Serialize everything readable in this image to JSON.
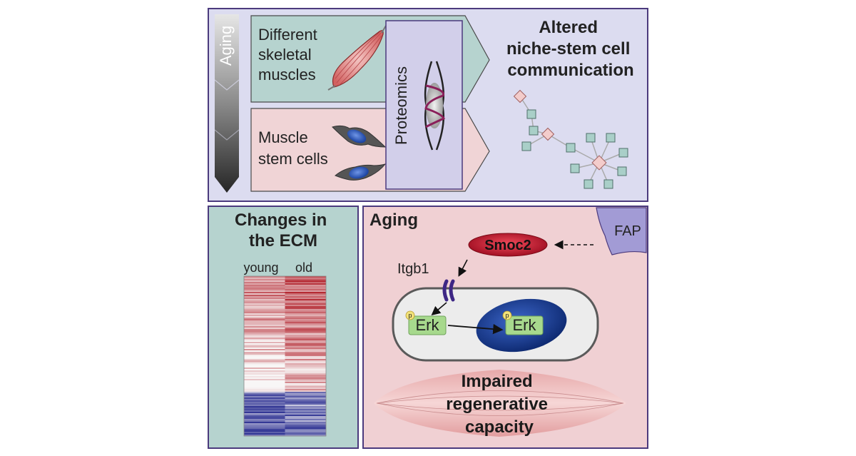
{
  "top_panel": {
    "aging_label": "Aging",
    "muscles_label": [
      "Different",
      "skeletal",
      "muscles"
    ],
    "stem_cells_label": [
      "Muscle",
      "stem cells"
    ],
    "proteomics_label": "Proteomics",
    "result_label": [
      "Altered",
      "niche-stem cell",
      "communication"
    ]
  },
  "ecm_panel": {
    "title": [
      "Changes in",
      "the ECM"
    ],
    "col_young": "young",
    "col_old": "old"
  },
  "aging_panel": {
    "title": "Aging",
    "fap_label": "FAP",
    "smoc2_label": "Smoc2",
    "itgb1_label": "Itgb1",
    "erk_label": "Erk",
    "phospho_label": "p",
    "outcome_label": [
      "Impaired",
      "regenerative",
      "capacity"
    ]
  },
  "colors": {
    "frame": "#4b3a7d",
    "top_bg": "#dcdcf0",
    "teal_bg": "#b6d3cf",
    "pink_bg": "#f0d4d6",
    "proteomics_bg": "#d2cfea",
    "aging_bg": "#f0d0d3",
    "heat_red": "#b2272c",
    "heat_blue": "#3a3f9a",
    "smoc2": "#c8102e",
    "nucleus": "#1f3f91",
    "erk": "#a7d98d"
  }
}
